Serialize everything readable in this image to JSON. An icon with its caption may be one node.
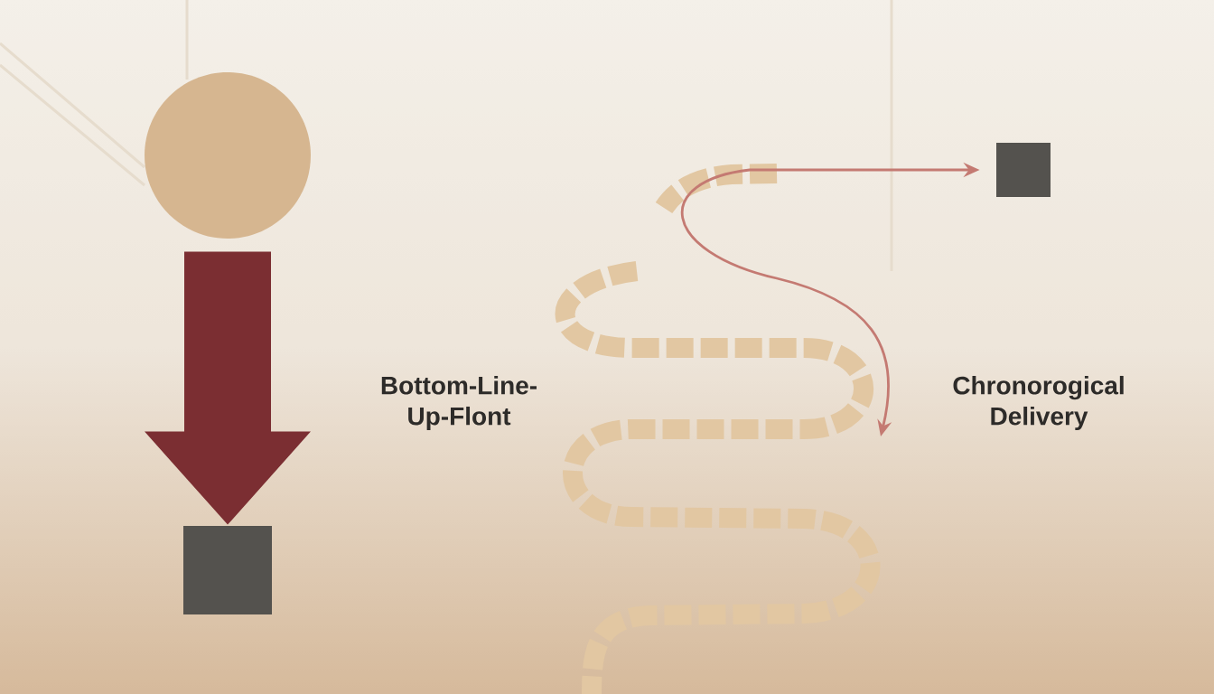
{
  "diagram": {
    "nodes": [
      {
        "text": [],
        "shape": "circle"
      },
      {
        "text": [],
        "shape": "box"
      },
      {
        "text": [],
        "shape": "box"
      }
    ],
    "edges": [
      {
        "from": 0,
        "to": 1,
        "arrow": "to",
        "style": "thick",
        "color": "#7b2e32"
      },
      {
        "from": null,
        "to": 2,
        "arrow": "both",
        "color": "#c47a72"
      }
    ],
    "labels": [
      "Bottom-Line-Up-Flont",
      "Chronorogical Delivery"
    ]
  }
}
